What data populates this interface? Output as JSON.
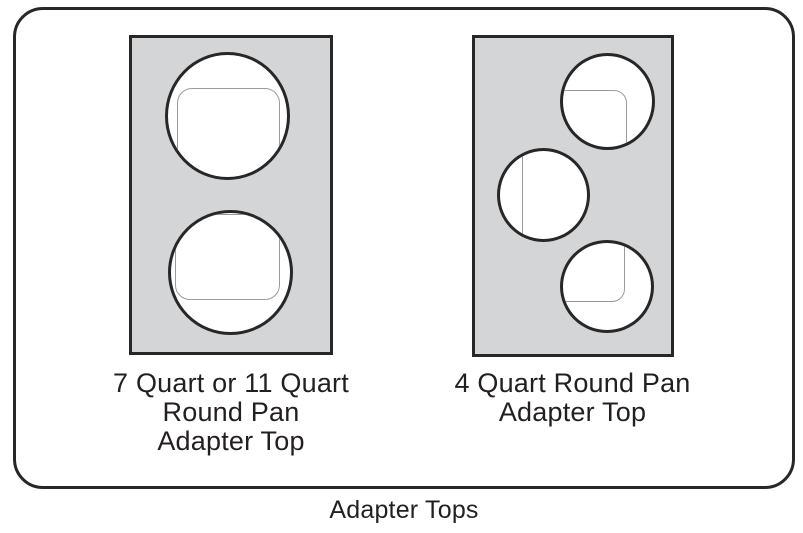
{
  "caption": "Adapter Tops",
  "panels": [
    {
      "name": "7-or-11-quart-round-pan-adapter-top",
      "label_lines": [
        "7 Quart or 11 Quart",
        "Round Pan",
        "Adapter Top"
      ],
      "hole_count": 2
    },
    {
      "name": "4-quart-round-pan-adapter-top",
      "label_lines": [
        "4 Quart Round Pan",
        "Adapter Top"
      ],
      "hole_count": 3
    }
  ],
  "colors": {
    "background": "#ffffff",
    "outline": "#272727",
    "plate_fill": "#d4d5d6",
    "pan_edge_line": "#9b9b9b",
    "text": "#231f20"
  }
}
